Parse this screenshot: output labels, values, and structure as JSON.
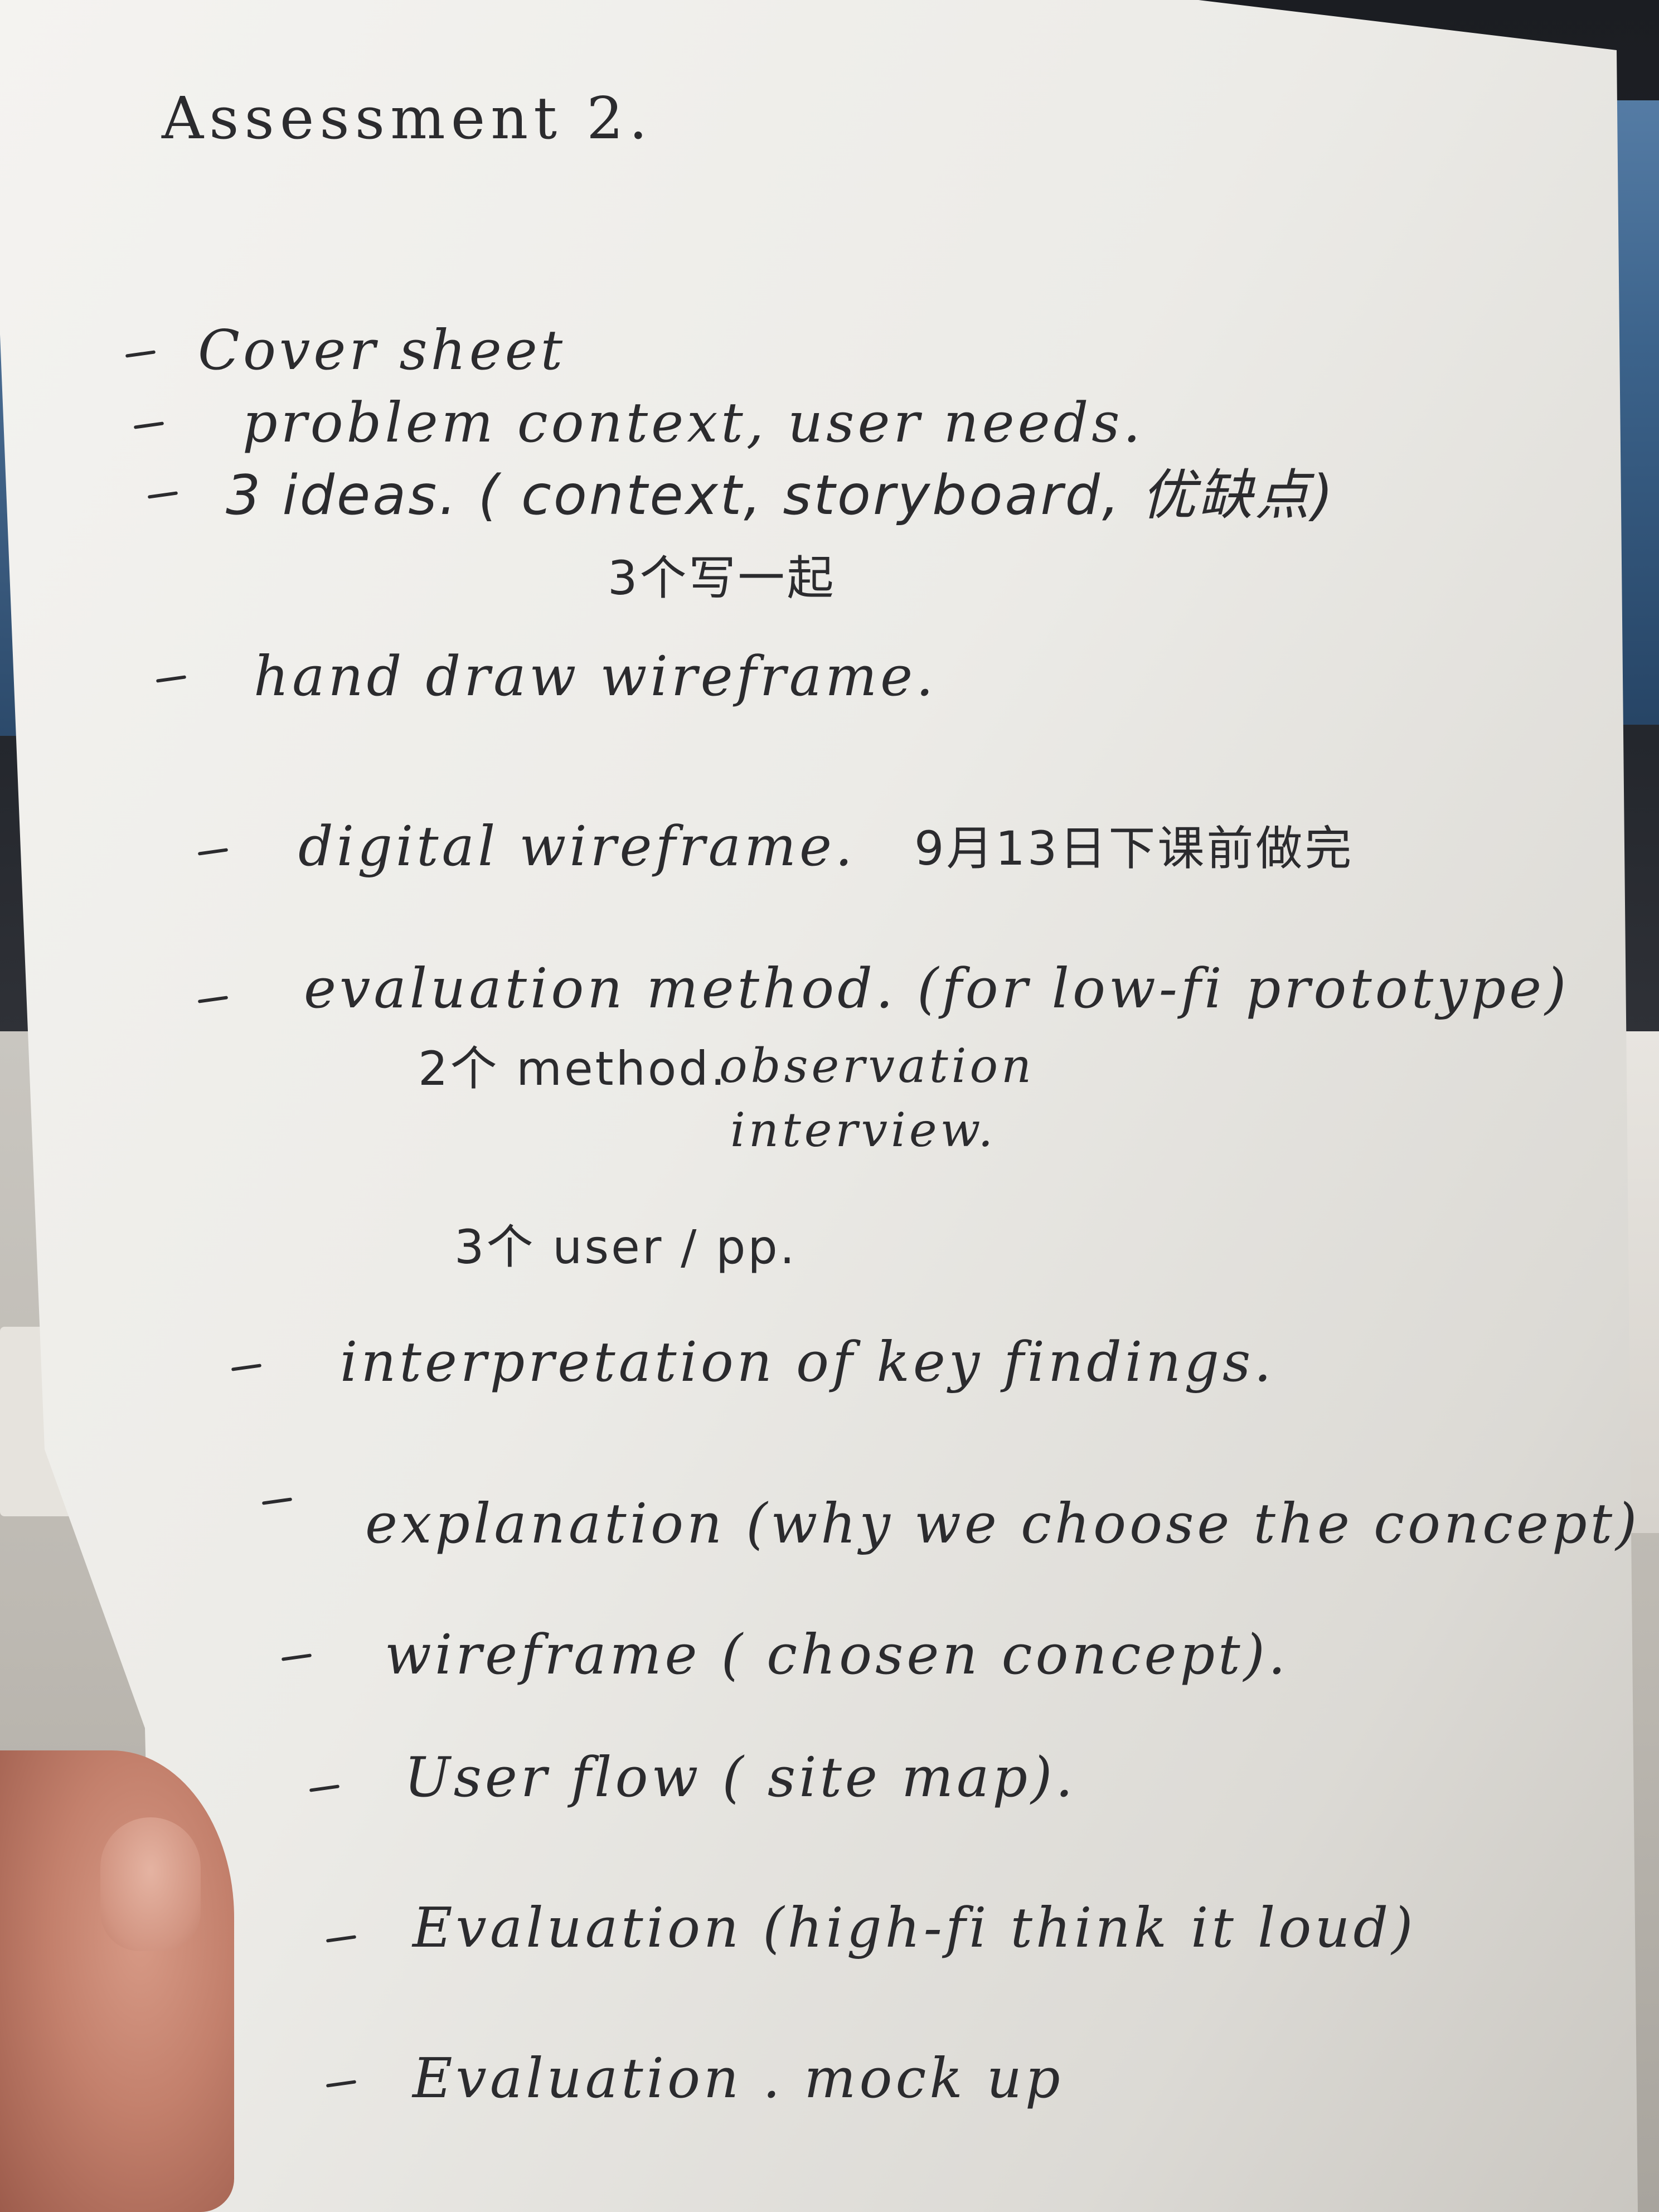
{
  "note": {
    "title": "Assessment 2.",
    "items": [
      {
        "text": "Cover sheet"
      },
      {
        "text": "problem context, user needs."
      },
      {
        "text": "3 ideas. ( context, storyboard, 优缺点)",
        "sub": "3个写一起"
      },
      {
        "text": "hand draw wireframe."
      },
      {
        "text": "digital wireframe.",
        "aside": "9月13日下课前做完"
      },
      {
        "text": "evaluation method. (for low-fi prototype)",
        "sub1": "2个 method.",
        "sub2": "observation",
        "sub3": "interview.",
        "sub4": "3个 user / pp."
      },
      {
        "text": "interpretation of key findings."
      },
      {
        "text": "explanation (why we choose the concept)"
      },
      {
        "text": "wireframe ( chosen concept)."
      },
      {
        "text": "User flow ( site map)."
      },
      {
        "text": "Evaluation (high-fi think it loud)"
      },
      {
        "text": "Evaluation . mock up"
      }
    ]
  }
}
